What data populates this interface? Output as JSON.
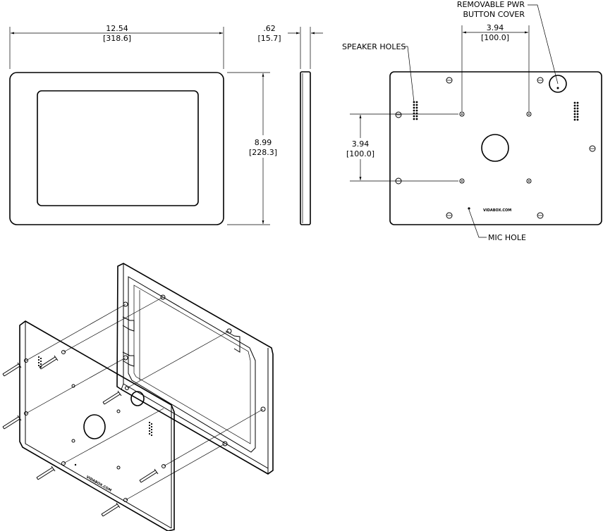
{
  "dimensions": {
    "width_in": "12.54",
    "width_mm": "[318.6]",
    "depth_in": ".62",
    "depth_mm": "[15.7]",
    "height_in": "8.99",
    "height_mm": "[228.3]",
    "h_spacing_in": "3.94",
    "h_spacing_mm": "[100.0]",
    "v_spacing_in": "3.94",
    "v_spacing_mm": "[100.0]"
  },
  "callouts": {
    "speaker_holes": "SPEAKER HOLES",
    "pwr_cover_line1": "REMOVABLE PWR",
    "pwr_cover_line2": "BUTTON COVER",
    "mic_hole": "MIC HOLE"
  },
  "branding": {
    "rear_logo": "VIDABOX.COM",
    "iso_logo": "VIDABOX.COM"
  }
}
